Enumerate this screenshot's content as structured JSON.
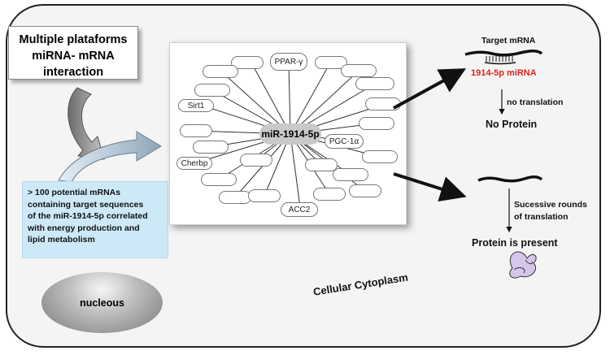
{
  "diagram": {
    "title_box": {
      "line1": "Multiple plataforms",
      "line2": "miRNA- mRNA",
      "line3": "interaction"
    },
    "potential_box": {
      "line1": "> 100 potential mRNAs",
      "line2": "containing target sequences",
      "line3": "of the miR-1914-5p  correlated",
      "line4": "with energy production and",
      "line5": "lipid metabolism"
    },
    "network": {
      "hub": "miR-1914-5p",
      "labels": {
        "ppar": "PPAR-γ",
        "sirt": "Sirt1",
        "pgc": "PGC-1α",
        "cherbp": "Cherbp",
        "acc2": "ACC2"
      }
    },
    "top_path": {
      "target_label": "Target mRNA",
      "mirna_label": "1914-5p miRNA",
      "no_translation": "no translation",
      "result": "No Protein"
    },
    "bottom_path": {
      "rounds_line1": "Sucessive rounds",
      "rounds_line2": "of translation",
      "result": "Protein is present"
    },
    "cytoplasm_label": "Cellular Cytoplasm",
    "nucleus_label": "nucleous",
    "colors": {
      "mirna_red": "#e0231c",
      "box_blue": "#cde9f8",
      "hub_gray": "#c9c9c9"
    }
  }
}
